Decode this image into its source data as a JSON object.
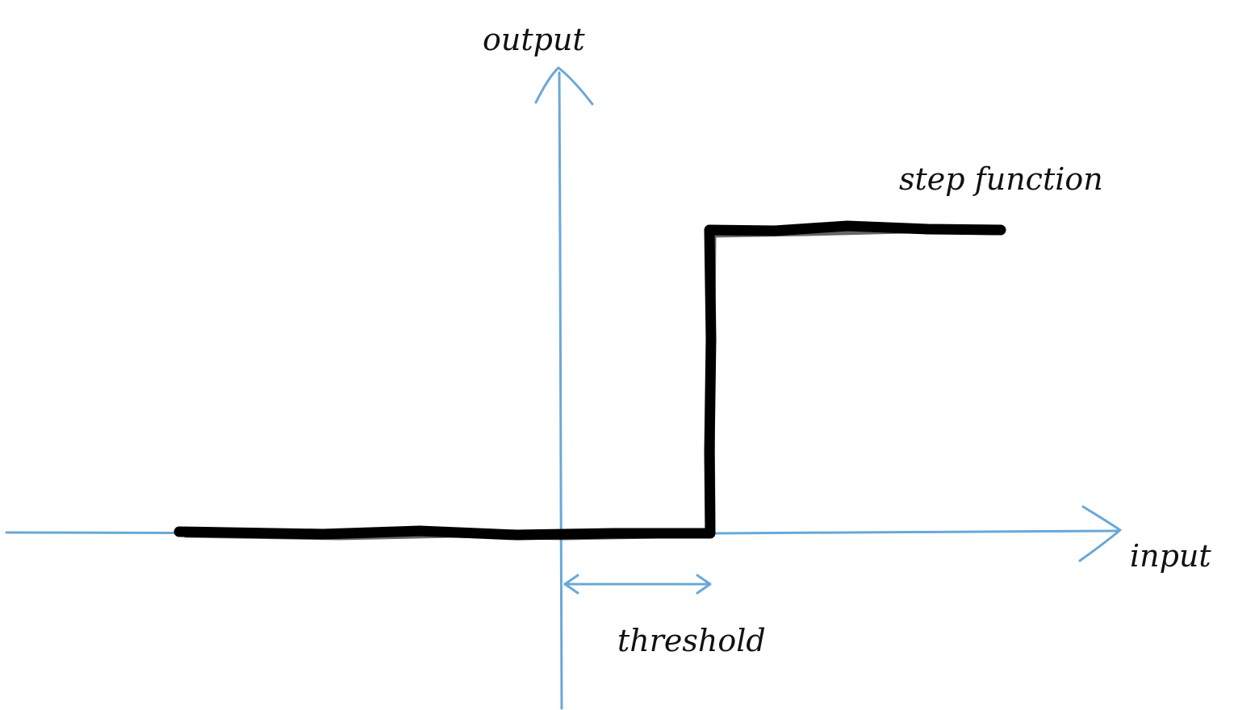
{
  "labels": {
    "y_axis": "output",
    "x_axis": "input",
    "curve": "step function",
    "threshold": "threshold"
  },
  "colors": {
    "axis": "#6aa8d8",
    "curve": "#000000",
    "text": "#111111",
    "background": "#ffffff"
  }
}
